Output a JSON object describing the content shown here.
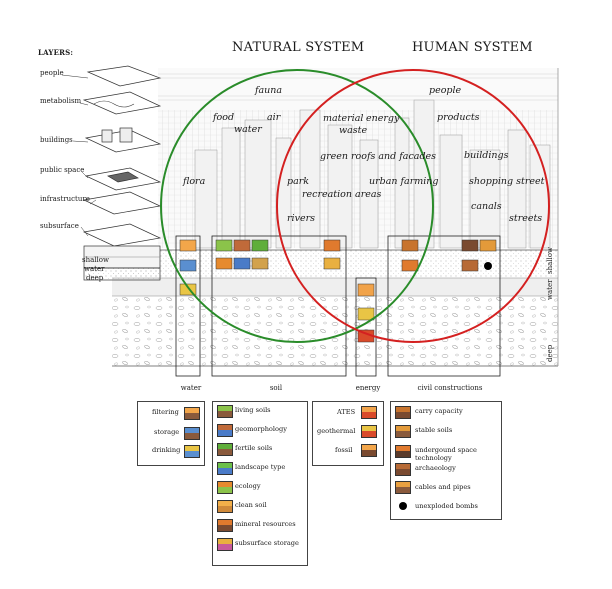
{
  "layers": {
    "title": "LAYERS:",
    "items": [
      "people",
      "metabolism",
      "buildings",
      "public space",
      "infrastructure",
      "subsurface"
    ],
    "depths": [
      "shallow",
      "water",
      "deep"
    ]
  },
  "systems": {
    "natural_title": "NATURAL SYSTEM",
    "human_title": "HUMAN SYSTEM",
    "natural_color": "#2a8c2a",
    "human_color": "#d42020"
  },
  "terms": {
    "natural_only": [
      "fauna",
      "food",
      "water",
      "air",
      "flora"
    ],
    "overlap": [
      "material",
      "energy",
      "waste",
      "green roofs and facades",
      "park",
      "urban farming",
      "recreation areas",
      "rivers"
    ],
    "human_only": [
      "people",
      "products",
      "buildings",
      "shopping street",
      "canals",
      "streets"
    ]
  },
  "side_labels": [
    "shallow",
    "water",
    "deep"
  ],
  "columns": [
    "water",
    "soil",
    "energy",
    "civil constructions"
  ],
  "legends": {
    "water": [
      "filtering",
      "storage",
      "drinking"
    ],
    "soil": [
      "living soils",
      "geomorphology",
      "fertile soils",
      "landscape type",
      "ecology",
      "clean soil",
      "mineral resources",
      "subsurface storage"
    ],
    "energy": [
      "ATES",
      "geothermal",
      "fossil"
    ],
    "civil": [
      "carry capacity",
      "stable soils",
      "undergound space technology",
      "archaeology",
      "cables and pipes",
      "unexploded bombs"
    ]
  }
}
